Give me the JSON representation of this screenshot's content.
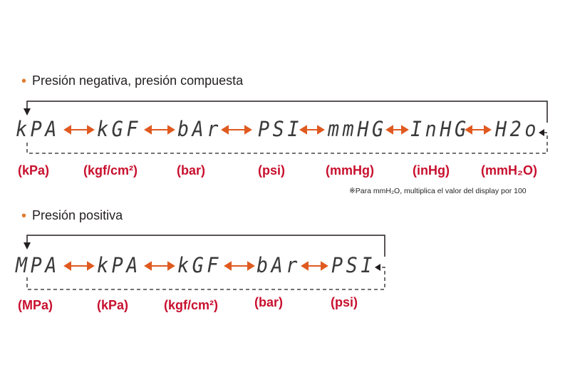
{
  "colors": {
    "arrow": "#e05a20",
    "unit": "#c8102e",
    "segment": "#3a3a3a",
    "bullet": "#e07a2e"
  },
  "negative": {
    "title": "Presión negativa, presión compuesta",
    "displays": [
      "kPA",
      "kGF",
      "bAr",
      "PSI",
      "mmHG",
      "InHG",
      "H2o"
    ],
    "units": [
      "(kPa)",
      "(kgf/cm²)",
      "(bar)",
      "(psi)",
      "(mmHg)",
      "(inHg)",
      "(mmH₂O)"
    ],
    "note": "※Para mmH₂O, multiplica el valor del display por 100"
  },
  "positive": {
    "title": "Presión positiva",
    "displays": [
      "MPA",
      "kPA",
      "kGF",
      "bAr",
      "PSI"
    ],
    "units": [
      "(MPa)",
      "(kPa)",
      "(kgf/cm²)",
      "(bar)",
      "(psi)"
    ]
  },
  "icons": {
    "double-arrow": "↔",
    "loop-arrow": "cycle"
  }
}
